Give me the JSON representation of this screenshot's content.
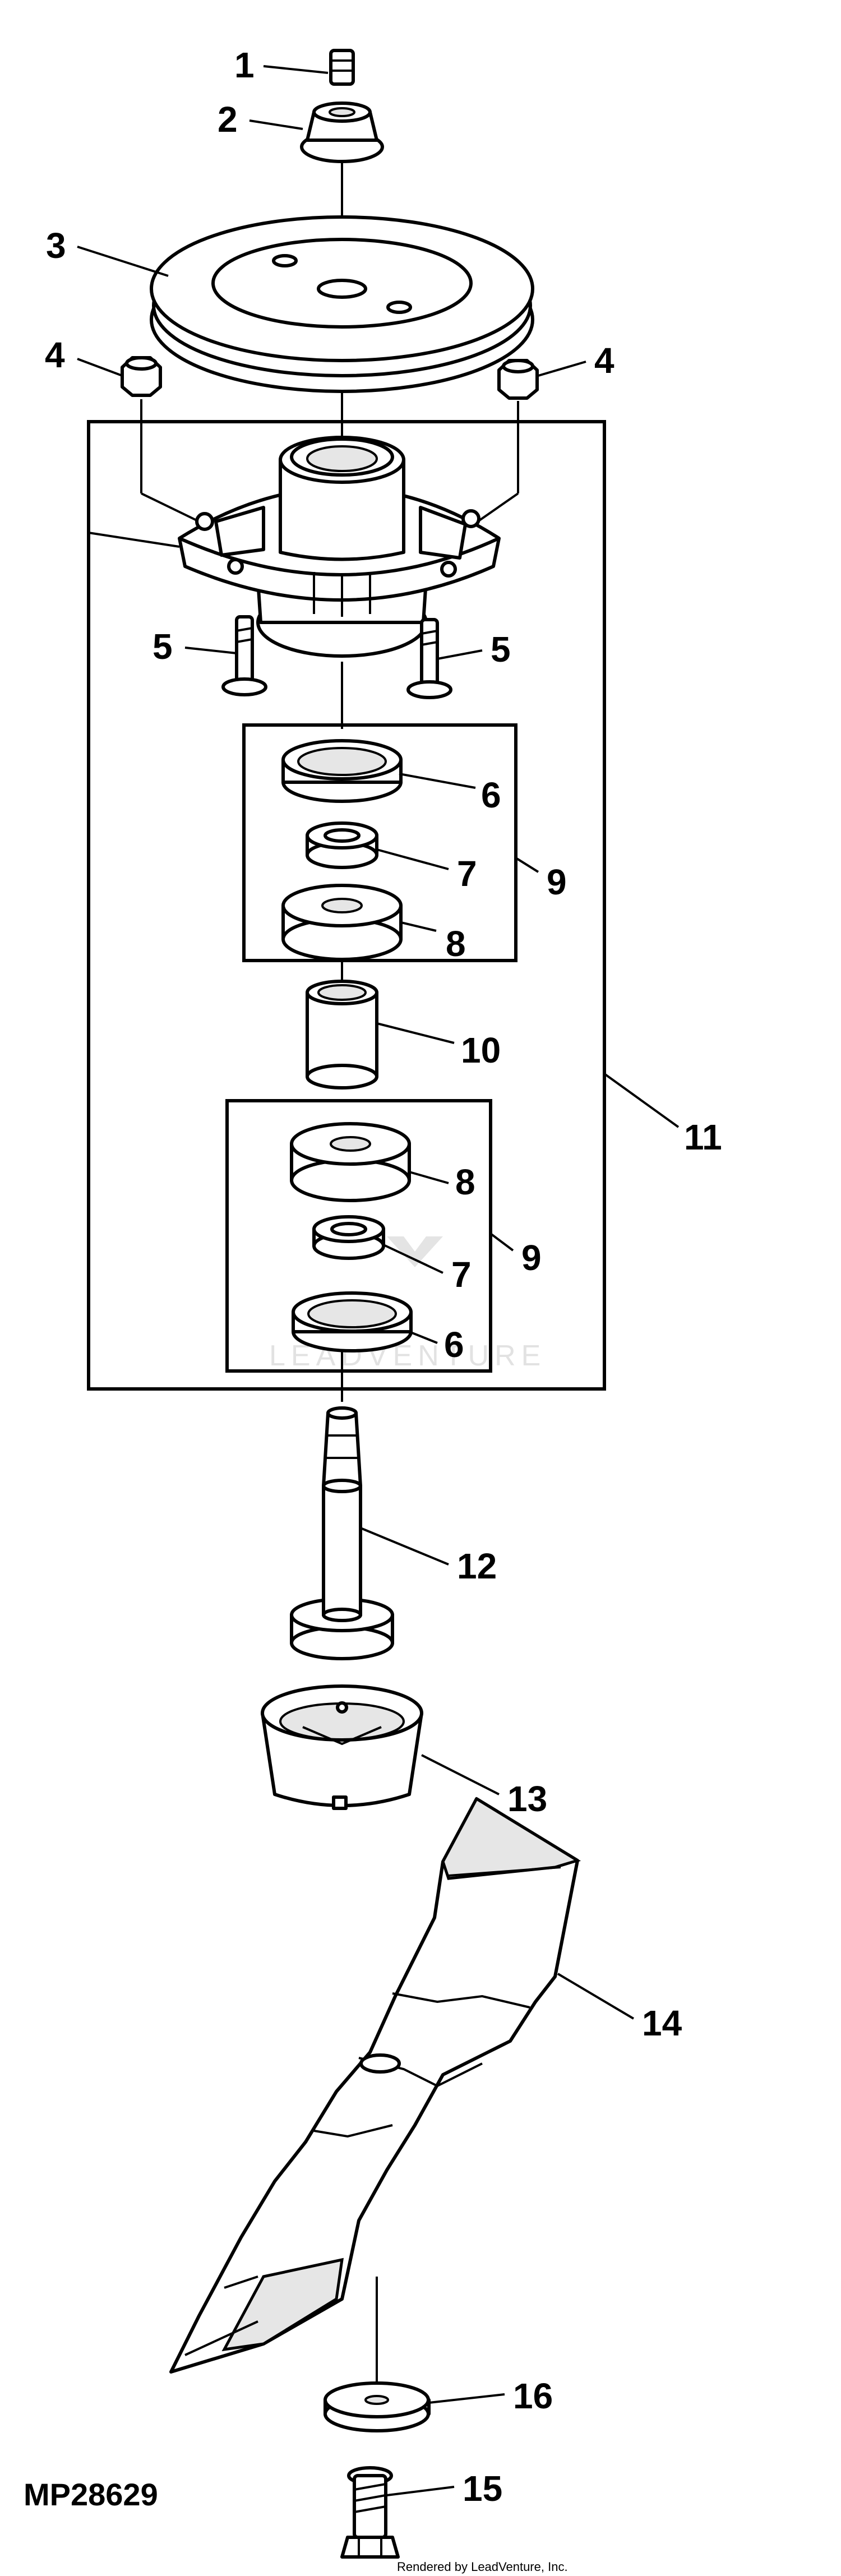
{
  "figure_id": "MP28629",
  "credit": "Rendered by LeadVenture, Inc.",
  "watermark": "LEADVENTURE",
  "callouts": [
    {
      "key": "c1",
      "label": "1"
    },
    {
      "key": "c2",
      "label": "2"
    },
    {
      "key": "c3",
      "label": "3"
    },
    {
      "key": "c4a",
      "label": "4"
    },
    {
      "key": "c4b",
      "label": "4"
    },
    {
      "key": "c5a",
      "label": "5"
    },
    {
      "key": "c5b",
      "label": "5"
    },
    {
      "key": "c6a",
      "label": "6"
    },
    {
      "key": "c7a",
      "label": "7"
    },
    {
      "key": "c8a",
      "label": "8"
    },
    {
      "key": "c9a",
      "label": "9"
    },
    {
      "key": "c10",
      "label": "10"
    },
    {
      "key": "c11",
      "label": "11"
    },
    {
      "key": "c8b",
      "label": "8"
    },
    {
      "key": "c9b",
      "label": "9"
    },
    {
      "key": "c7b",
      "label": "7"
    },
    {
      "key": "c6b",
      "label": "6"
    },
    {
      "key": "c12",
      "label": "12"
    },
    {
      "key": "c13",
      "label": "13"
    },
    {
      "key": "c14",
      "label": "14"
    },
    {
      "key": "c16",
      "label": "16"
    },
    {
      "key": "c15",
      "label": "15"
    }
  ]
}
